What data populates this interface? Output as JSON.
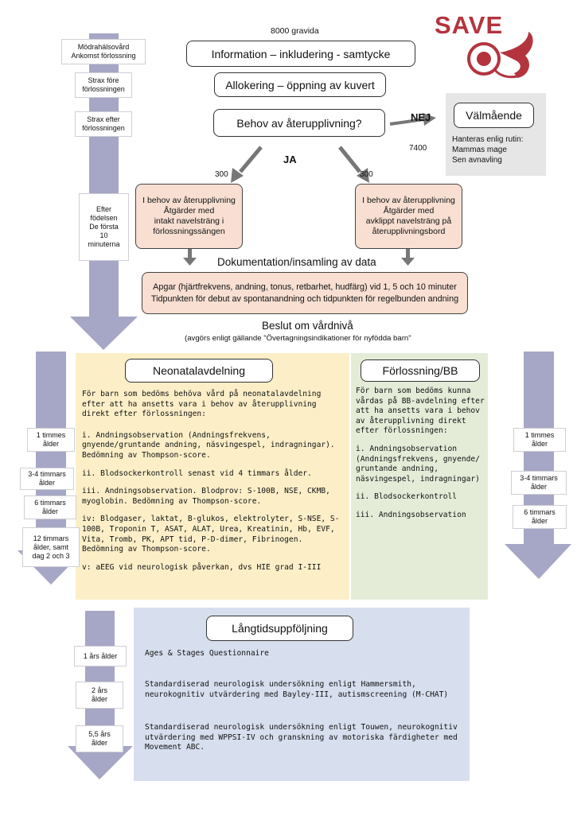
{
  "header": {
    "total_label": "8000 gravida",
    "logo_text": "SAVE"
  },
  "flow": {
    "step1": "Information – inkludering - samtycke",
    "step2": "Allokering – öppning av kuvert",
    "step3": "Behov av återupplivning?",
    "no_label": "NEJ",
    "no_count": "7400",
    "yes_label": "JA",
    "left_count": "300",
    "right_count": "300",
    "wellbeing": {
      "title": "Välmående",
      "text": "Hanteras enlig rutin:\nMammas mage\nSen avnavling"
    },
    "left_arm": "I behov av återupplivning\nÅtgärder med\nintakt navelsträng i\nförlossningssängen",
    "right_arm": "I behov av återupplivning\nÅtgärder med\navklippt navelsträng på\nåterupplivningsbord",
    "documentation_title": "Dokumentation/insamling av data",
    "documentation_text": "Apgar (hjärtfrekvens, andning, tonus, retbarhet, hudfärg) vid 1, 5 och 10 minuter\nTidpunkten för debut av spontanandning och tidpunkten för regelbunden andning",
    "decision_title": "Beslut om vårdnivå",
    "decision_subtitle": "(avgörs enligt gällande \"Övertagningsindikationer för nyfödda barn\""
  },
  "timeline_top": [
    "Mödrahälsovård\nAnkomst förlossning",
    "Strax före\nförlossningen",
    "Strax efter\nförlossningen",
    "Efter\nfödelsen\nDe första\n10\nminuterna"
  ],
  "timeline_left": [
    "1 timmes\nålder",
    "3-4 timmars\nålder",
    "6 timmars\nålder",
    "12 timmars\nålder, samt\ndag 2 och 3"
  ],
  "timeline_right": [
    "1 timmes\nålder",
    "3-4 timmars\nålder",
    "6 timmars\nålder"
  ],
  "timeline_bottom": [
    "1 års ålder",
    "2 års\nålder",
    "5,5 års\nålder"
  ],
  "neonatal": {
    "title": "Neonatalavdelning",
    "intro": "För barn som bedöms behöva vård på neonatalavdelning efter att ha ansetts vara i behov av återupplivning direkt efter förlossningen:",
    "items": [
      "i. Andningsobservation (Andningsfrekvens, gnyende/gruntande andning, näsvingespel, indragningar). Bedömning av Thompson-score.",
      "ii. Blodsockerkontroll senast vid 4 timmars ålder.",
      "iii. Andningsobservation. Blodprov: S-100B, NSE, CKMB, myoglobin. Bedömning av Thompson-score.",
      "iv: Blodgaser, laktat, B-glukos, elektrolyter, S-NSE, S-100B, Troponin T, ASAT, ALAT, Urea, Kreatinin, Hb, EVF, Vita, Tromb, PK, APT tid, P-D-dimer, Fibrinogen. Bedömning av Thompson-score.",
      "v: aEEG vid neurologisk påverkan, dvs HIE grad I-III"
    ]
  },
  "maternity": {
    "title": "Förlossning/BB",
    "intro": "För barn som bedöms kunna vårdas på BB-avdelning efter att ha ansetts vara i behov av återupplivning direkt efter förlossningen:",
    "items": [
      "i. Andningsobservation (Andningsfrekvens, gnyende/ gruntande andning, näsvingespel, indragningar)",
      "ii. Blodsockerkontroll",
      "iii. Andningsobservation"
    ]
  },
  "followup": {
    "title": "Långtidsuppföljning",
    "items": [
      "Ages & Stages Questionnaire",
      "Standardiserad neurologisk undersökning enligt Hammersmith, neurokognitiv utvärdering med Bayley-III, autismscreening (M-CHAT)",
      "Standardiserad neurologisk undersökning enligt Touwen, neurokognitiv utvärdering med WPPSI-IV och granskning av motoriska färdigheter med Movement ABC."
    ]
  },
  "colors": {
    "arrow": "#a6a6c6",
    "peach": "#f8dfd1",
    "neonatal_bg": "#fcefc8",
    "maternity_bg": "#e4ecd8",
    "followup_bg": "#d7deee",
    "logo": "#b4343e",
    "grey_box": "#e6e6e6"
  }
}
